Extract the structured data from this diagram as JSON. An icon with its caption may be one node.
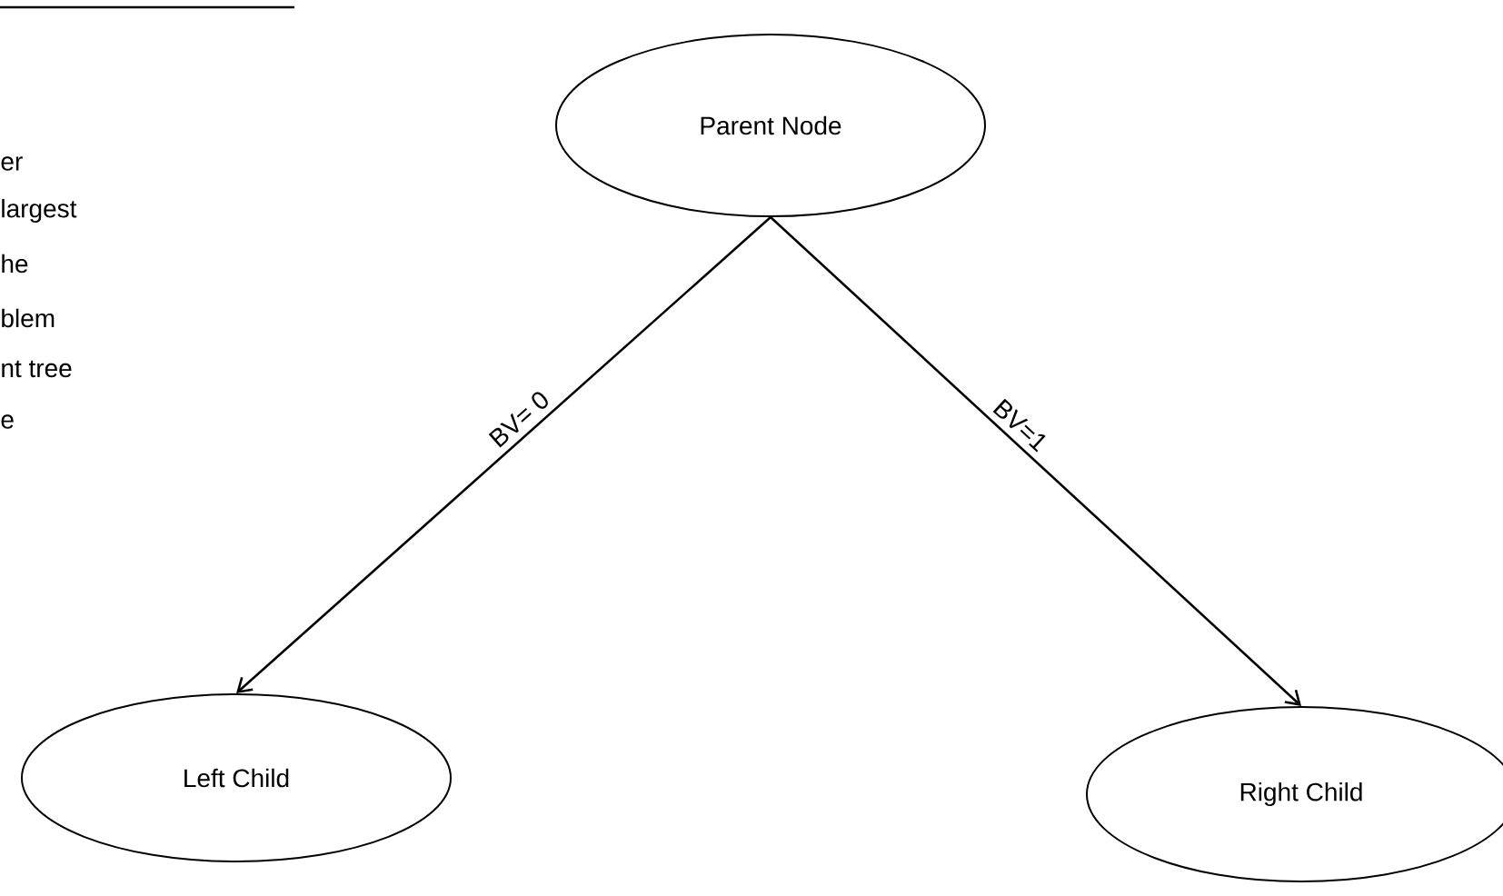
{
  "diagram": {
    "nodes": [
      {
        "text": [
          "Parent Node"
        ]
      },
      {
        "text": [
          "Left Child"
        ]
      },
      {
        "text": [
          "Right Child"
        ]
      }
    ],
    "edges": [
      {
        "from": 0,
        "to": 1,
        "arrow": "to",
        "label": "BV= 0"
      },
      {
        "from": 0,
        "to": 2,
        "arrow": "to",
        "label": "BV=1"
      }
    ],
    "labels": [
      "er",
      "largest",
      "he",
      "blem",
      "nt tree",
      "e"
    ]
  }
}
